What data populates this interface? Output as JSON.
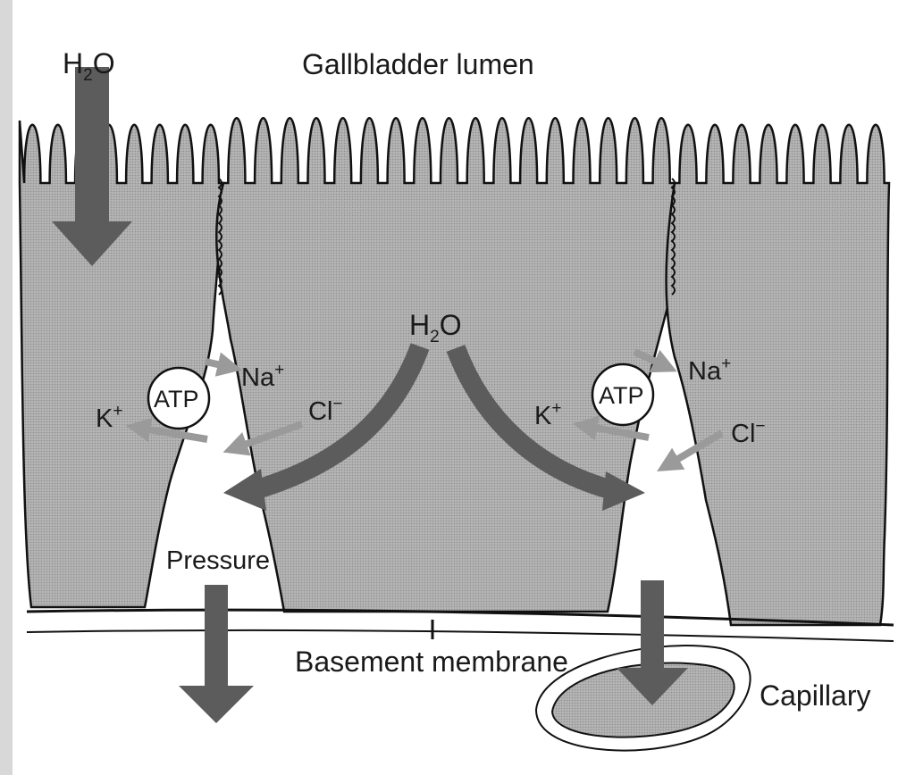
{
  "diagram": {
    "lumen_label": "Gallbladder lumen",
    "h2o_top": {
      "main": "H",
      "sub": "2",
      "tail": "O"
    },
    "h2o_center": {
      "main": "H",
      "sub": "2",
      "tail": "O"
    },
    "left_junction": {
      "atp": "ATP",
      "na": {
        "main": "Na",
        "sup": "+"
      },
      "k": {
        "main": "K",
        "sup": "+"
      },
      "cl": {
        "main": "Cl",
        "sup": "−"
      }
    },
    "right_junction": {
      "atp": "ATP",
      "na": {
        "main": "Na",
        "sup": "+"
      },
      "k": {
        "main": "K",
        "sup": "+"
      },
      "cl": {
        "main": "Cl",
        "sup": "−"
      }
    },
    "pressure_label": "Pressure",
    "basement_label": "Basement membrane",
    "capillary_label": "Capillary"
  },
  "colors": {
    "cell_fill": "#a9a9a9",
    "arrow_dark": "#5c5c5c",
    "arrow_light": "#999999",
    "outline": "#111111",
    "background": "#ffffff"
  }
}
